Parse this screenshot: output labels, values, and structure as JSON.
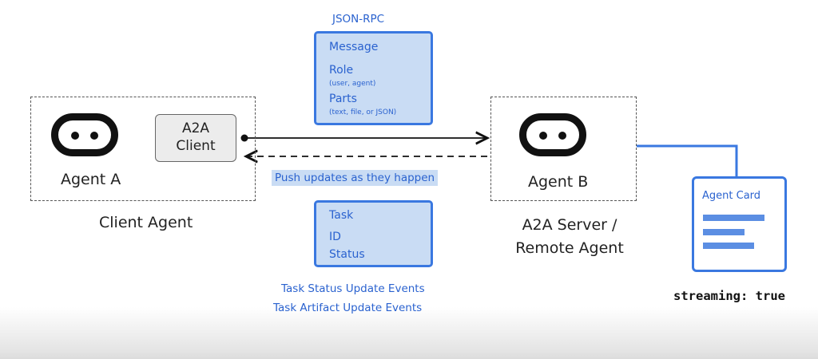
{
  "client": {
    "agent_label": "Agent A",
    "a2a_client_line1": "A2A",
    "a2a_client_line2": "Client",
    "caption": "Client Agent"
  },
  "server": {
    "agent_label": "Agent B",
    "caption_line1": "A2A Server /",
    "caption_line2": "Remote Agent"
  },
  "request": {
    "protocol_label": "JSON-RPC",
    "message_label": "Message",
    "role_label": "Role",
    "role_values": "(user, agent)",
    "parts_label": "Parts",
    "parts_values": "(text, file, or JSON)"
  },
  "push_label": "Push updates as they happen",
  "response": {
    "task_label": "Task",
    "id_label": "ID",
    "status_label": "Status",
    "event_line1": "Task Status Update Events",
    "event_line2": "Task Artifact Update Events"
  },
  "agent_card": {
    "title": "Agent Card",
    "streaming": "streaming: true"
  },
  "colors": {
    "accent": "#3a78e0",
    "accent_text": "#2a62cf",
    "box_fill": "#c9dcf4"
  },
  "icons": [
    "robot-icon",
    "document-lines-icon"
  ]
}
